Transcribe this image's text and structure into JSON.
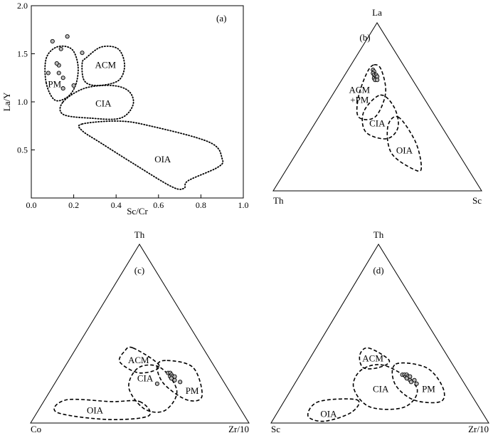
{
  "chart_data": [
    {
      "id": "a",
      "type": "scatter",
      "panel_label": "(a)",
      "xlabel": "Sc/Cr",
      "ylabel": "La/Y",
      "xlim": [
        0.0,
        1.0
      ],
      "ylim": [
        0.0,
        2.0
      ],
      "xticks": [
        0.0,
        0.2,
        0.4,
        0.6,
        0.8,
        1.0
      ],
      "xtick_labels": [
        "0.0",
        "0.2",
        "0.4",
        "0.6",
        "0.8",
        "1.0"
      ],
      "yticks": [
        0.5,
        1.0,
        1.5,
        2.0
      ],
      "ytick_labels": [
        "0.5",
        "1.0",
        "1.5",
        "2.0"
      ],
      "points": [
        [
          0.1,
          1.63
        ],
        [
          0.17,
          1.68
        ],
        [
          0.14,
          1.55
        ],
        [
          0.24,
          1.51
        ],
        [
          0.13,
          1.38
        ],
        [
          0.08,
          1.3
        ],
        [
          0.13,
          1.3
        ],
        [
          0.15,
          1.25
        ],
        [
          0.2,
          1.17
        ],
        [
          0.15,
          1.14
        ],
        [
          0.12,
          1.4
        ]
      ],
      "fields": [
        {
          "label": "PM",
          "label_pos": [
            0.11,
            1.18
          ],
          "polygon": [
            [
              0.07,
              1.2
            ],
            [
              0.07,
              1.45
            ],
            [
              0.12,
              1.57
            ],
            [
              0.19,
              1.55
            ],
            [
              0.22,
              1.38
            ],
            [
              0.21,
              1.18
            ],
            [
              0.17,
              1.05
            ],
            [
              0.11,
              1.02
            ]
          ]
        },
        {
          "label": "ACM",
          "label_pos": [
            0.35,
            1.38
          ],
          "polygon": [
            [
              0.26,
              1.46
            ],
            [
              0.33,
              1.57
            ],
            [
              0.41,
              1.55
            ],
            [
              0.44,
              1.38
            ],
            [
              0.41,
              1.22
            ],
            [
              0.31,
              1.17
            ],
            [
              0.25,
              1.22
            ],
            [
              0.24,
              1.4
            ]
          ]
        },
        {
          "label": "CIA",
          "label_pos": [
            0.34,
            0.98
          ],
          "polygon": [
            [
              0.15,
              1.0
            ],
            [
              0.25,
              1.14
            ],
            [
              0.38,
              1.17
            ],
            [
              0.46,
              1.11
            ],
            [
              0.48,
              0.97
            ],
            [
              0.42,
              0.83
            ],
            [
              0.28,
              0.83
            ],
            [
              0.15,
              0.87
            ]
          ]
        },
        {
          "label": "OIA",
          "label_pos": [
            0.62,
            0.4
          ],
          "polygon": [
            [
              0.24,
              0.77
            ],
            [
              0.41,
              0.8
            ],
            [
              0.56,
              0.75
            ],
            [
              0.84,
              0.58
            ],
            [
              0.9,
              0.41
            ],
            [
              0.88,
              0.32
            ],
            [
              0.74,
              0.18
            ],
            [
              0.72,
              0.1
            ],
            [
              0.66,
              0.12
            ],
            [
              0.48,
              0.36
            ],
            [
              0.33,
              0.57
            ],
            [
              0.24,
              0.7
            ]
          ]
        }
      ]
    },
    {
      "id": "b",
      "type": "scatter",
      "subtype": "ternary",
      "panel_label": "(b)",
      "vertices": {
        "top": "La",
        "left": "Th",
        "right": "Sc"
      },
      "points": [
        [
          0.72,
          0.16,
          0.12
        ],
        [
          0.71,
          0.16,
          0.13
        ],
        [
          0.7,
          0.17,
          0.13
        ],
        [
          0.69,
          0.17,
          0.14
        ],
        [
          0.69,
          0.16,
          0.15
        ],
        [
          0.68,
          0.17,
          0.15
        ],
        [
          0.67,
          0.18,
          0.15
        ],
        [
          0.67,
          0.17,
          0.16
        ],
        [
          0.66,
          0.18,
          0.16
        ],
        [
          0.68,
          0.16,
          0.16
        ],
        [
          0.66,
          0.17,
          0.17
        ]
      ],
      "fields": [
        {
          "label": "ACM\n+PM",
          "label_pos": [
            0.57,
            0.3,
            0.13
          ],
          "polygon": [
            [
              0.75,
              0.14,
              0.11
            ],
            [
              0.72,
              0.12,
              0.16
            ],
            [
              0.58,
              0.17,
              0.25
            ],
            [
              0.44,
              0.29,
              0.27
            ],
            [
              0.44,
              0.37,
              0.19
            ],
            [
              0.56,
              0.31,
              0.13
            ],
            [
              0.7,
              0.2,
              0.1
            ]
          ]
        },
        {
          "label": "CIA",
          "label_pos": [
            0.4,
            0.3,
            0.3
          ],
          "polygon": [
            [
              0.57,
              0.2,
              0.23
            ],
            [
              0.5,
              0.17,
              0.33
            ],
            [
              0.38,
              0.21,
              0.41
            ],
            [
              0.31,
              0.3,
              0.39
            ],
            [
              0.35,
              0.38,
              0.27
            ],
            [
              0.47,
              0.33,
              0.2
            ]
          ]
        },
        {
          "label": "OIA",
          "label_pos": [
            0.24,
            0.25,
            0.51
          ],
          "polygon": [
            [
              0.44,
              0.18,
              0.38
            ],
            [
              0.3,
              0.17,
              0.53
            ],
            [
              0.16,
              0.21,
              0.63
            ],
            [
              0.12,
              0.25,
              0.63
            ],
            [
              0.22,
              0.32,
              0.46
            ],
            [
              0.38,
              0.26,
              0.36
            ]
          ]
        }
      ]
    },
    {
      "id": "c",
      "type": "scatter",
      "subtype": "ternary",
      "panel_label": "(c)",
      "vertices": {
        "top": "Th",
        "left": "Co",
        "right": "Zr/10"
      },
      "points": [
        [
          0.28,
          0.23,
          0.49
        ],
        [
          0.28,
          0.22,
          0.5
        ],
        [
          0.27,
          0.22,
          0.51
        ],
        [
          0.26,
          0.23,
          0.51
        ],
        [
          0.26,
          0.22,
          0.52
        ],
        [
          0.25,
          0.23,
          0.52
        ],
        [
          0.24,
          0.22,
          0.54
        ],
        [
          0.26,
          0.21,
          0.53
        ],
        [
          0.23,
          0.2,
          0.57
        ],
        [
          0.22,
          0.31,
          0.47
        ]
      ],
      "fields": [
        {
          "label": "ACM",
          "label_pos": [
            0.35,
            0.33,
            0.32
          ],
          "polygon": [
            [
              0.42,
              0.32,
              0.26
            ],
            [
              0.32,
              0.25,
              0.43
            ],
            [
              0.28,
              0.36,
              0.36
            ],
            [
              0.34,
              0.42,
              0.24
            ],
            [
              0.4,
              0.37,
              0.23
            ]
          ]
        },
        {
          "label": "PM",
          "label_pos": [
            0.18,
            0.17,
            0.65
          ],
          "polygon": [
            [
              0.35,
              0.2,
              0.45
            ],
            [
              0.31,
              0.1,
              0.59
            ],
            [
              0.15,
              0.14,
              0.71
            ],
            [
              0.13,
              0.22,
              0.65
            ],
            [
              0.22,
              0.28,
              0.5
            ],
            [
              0.32,
              0.26,
              0.42
            ]
          ]
        },
        {
          "label": "CIA",
          "label_pos": [
            0.25,
            0.35,
            0.4
          ],
          "polygon": [
            [
              0.31,
              0.25,
              0.44
            ],
            [
              0.18,
              0.24,
              0.58
            ],
            [
              0.07,
              0.35,
              0.58
            ],
            [
              0.08,
              0.44,
              0.48
            ],
            [
              0.2,
              0.45,
              0.35
            ],
            [
              0.31,
              0.35,
              0.34
            ]
          ]
        },
        {
          "label": "OIA",
          "label_pos": [
            0.07,
            0.67,
            0.26
          ],
          "polygon": [
            [
              0.12,
              0.44,
              0.44
            ],
            [
              0.04,
              0.44,
              0.52
            ],
            [
              0.02,
              0.64,
              0.34
            ],
            [
              0.06,
              0.85,
              0.09
            ],
            [
              0.13,
              0.77,
              0.1
            ],
            [
              0.12,
              0.57,
              0.31
            ]
          ]
        }
      ]
    },
    {
      "id": "d",
      "type": "scatter",
      "subtype": "ternary",
      "panel_label": "(d)",
      "vertices": {
        "top": "Th",
        "left": "Sc",
        "right": "Zr/10"
      },
      "points": [
        [
          0.27,
          0.26,
          0.47
        ],
        [
          0.27,
          0.25,
          0.48
        ],
        [
          0.26,
          0.25,
          0.49
        ],
        [
          0.27,
          0.24,
          0.49
        ],
        [
          0.26,
          0.24,
          0.5
        ],
        [
          0.25,
          0.25,
          0.5
        ],
        [
          0.26,
          0.23,
          0.51
        ],
        [
          0.24,
          0.24,
          0.52
        ],
        [
          0.23,
          0.24,
          0.53
        ],
        [
          0.24,
          0.22,
          0.54
        ],
        [
          0.22,
          0.22,
          0.56
        ]
      ],
      "fields": [
        {
          "label": "ACM",
          "label_pos": [
            0.36,
            0.35,
            0.29
          ],
          "polygon": [
            [
              0.42,
              0.34,
              0.24
            ],
            [
              0.35,
              0.28,
              0.37
            ],
            [
              0.31,
              0.35,
              0.34
            ],
            [
              0.31,
              0.42,
              0.27
            ],
            [
              0.38,
              0.4,
              0.22
            ]
          ]
        },
        {
          "label": "PM",
          "label_pos": [
            0.19,
            0.18,
            0.63
          ],
          "polygon": [
            [
              0.33,
              0.26,
              0.41
            ],
            [
              0.31,
              0.13,
              0.56
            ],
            [
              0.2,
              0.11,
              0.69
            ],
            [
              0.12,
              0.16,
              0.72
            ],
            [
              0.13,
              0.28,
              0.59
            ],
            [
              0.22,
              0.32,
              0.46
            ]
          ]
        },
        {
          "label": "CIA",
          "label_pos": [
            0.19,
            0.4,
            0.41
          ],
          "polygon": [
            [
              0.32,
              0.31,
              0.37
            ],
            [
              0.2,
              0.23,
              0.57
            ],
            [
              0.09,
              0.34,
              0.57
            ],
            [
              0.09,
              0.5,
              0.41
            ],
            [
              0.2,
              0.52,
              0.28
            ],
            [
              0.3,
              0.43,
              0.27
            ]
          ]
        },
        {
          "label": "OIA",
          "label_pos": [
            0.05,
            0.71,
            0.24
          ],
          "polygon": [
            [
              0.13,
              0.54,
              0.33
            ],
            [
              0.06,
              0.6,
              0.34
            ],
            [
              0.01,
              0.75,
              0.24
            ],
            [
              0.04,
              0.81,
              0.15
            ],
            [
              0.12,
              0.72,
              0.16
            ]
          ]
        }
      ]
    }
  ]
}
